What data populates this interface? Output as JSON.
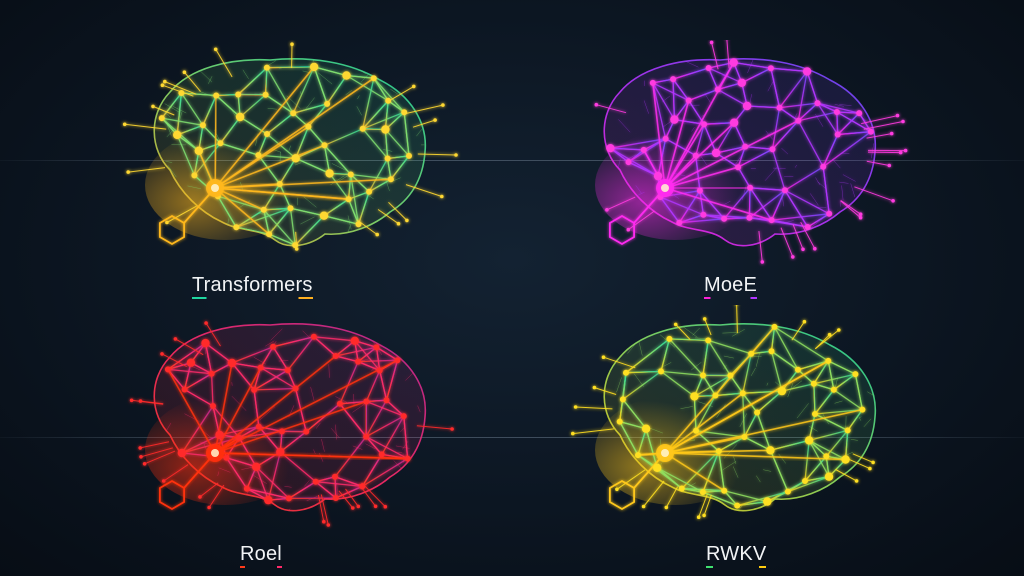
{
  "panels": [
    {
      "label": "Transformers",
      "gradient": [
        "#1fd6a0",
        "#7fe070",
        "#ffb020"
      ],
      "core": "#ffb81c",
      "node": "#ffd830",
      "underline": [
        "#1fd6a0",
        "#ffb020"
      ]
    },
    {
      "label": "MoeE",
      "gradient": [
        "#6a4cff",
        "#b035ff",
        "#ff20d8"
      ],
      "core": "#ff2cf0",
      "node": "#ff3ae0",
      "underline": [
        "#ff20d8",
        "#b035ff"
      ]
    },
    {
      "label": "Roel",
      "gradient": [
        "#c02a9a",
        "#ff2a6a",
        "#ff3a1a"
      ],
      "core": "#ff3010",
      "node": "#ff2a2a",
      "underline": [
        "#ff3a1a",
        "#ff2a6a"
      ]
    },
    {
      "label": "RWKV",
      "gradient": [
        "#1fd6a0",
        "#8fe060",
        "#ffcc10"
      ],
      "core": "#ffc81a",
      "node": "#ffdf20",
      "underline": [
        "#40e070",
        "#ffcc10"
      ]
    }
  ]
}
